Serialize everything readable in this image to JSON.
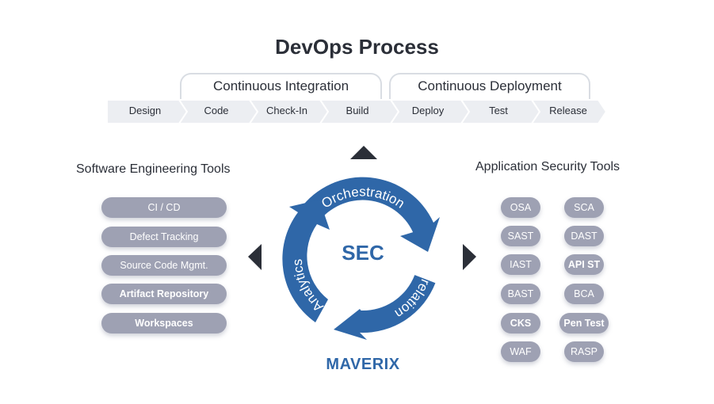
{
  "title": "DevOps Process",
  "groups": {
    "ci": "Continuous Integration",
    "cd": "Continuous Deployment"
  },
  "pipeline": [
    "Design",
    "Code",
    "Check-In",
    "Build",
    "Deploy",
    "Test",
    "Release"
  ],
  "left": {
    "title": "Software Engineering Tools",
    "items": [
      "CI / CD",
      "Defect Tracking",
      "Source Code Mgmt.",
      "Artifact Repository",
      "Workspaces"
    ]
  },
  "right": {
    "title": "Application Security Tools",
    "col1": [
      "OSA",
      "SAST",
      "IAST",
      "BAST",
      "CKS",
      "WAF"
    ],
    "col2": [
      "SCA",
      "DAST",
      "API ST",
      "BCA",
      "Pen Test",
      "RASP"
    ]
  },
  "cycle": {
    "center": "SEC",
    "segments": [
      "Orchestration",
      "Correlation",
      "Analytics"
    ]
  },
  "brand": "MAVERIX",
  "colors": {
    "pill": "#9ea1b3",
    "cycle": "#2f67a8",
    "pipeline_fill": "#eceef2",
    "arrow": "#2b2f38"
  }
}
